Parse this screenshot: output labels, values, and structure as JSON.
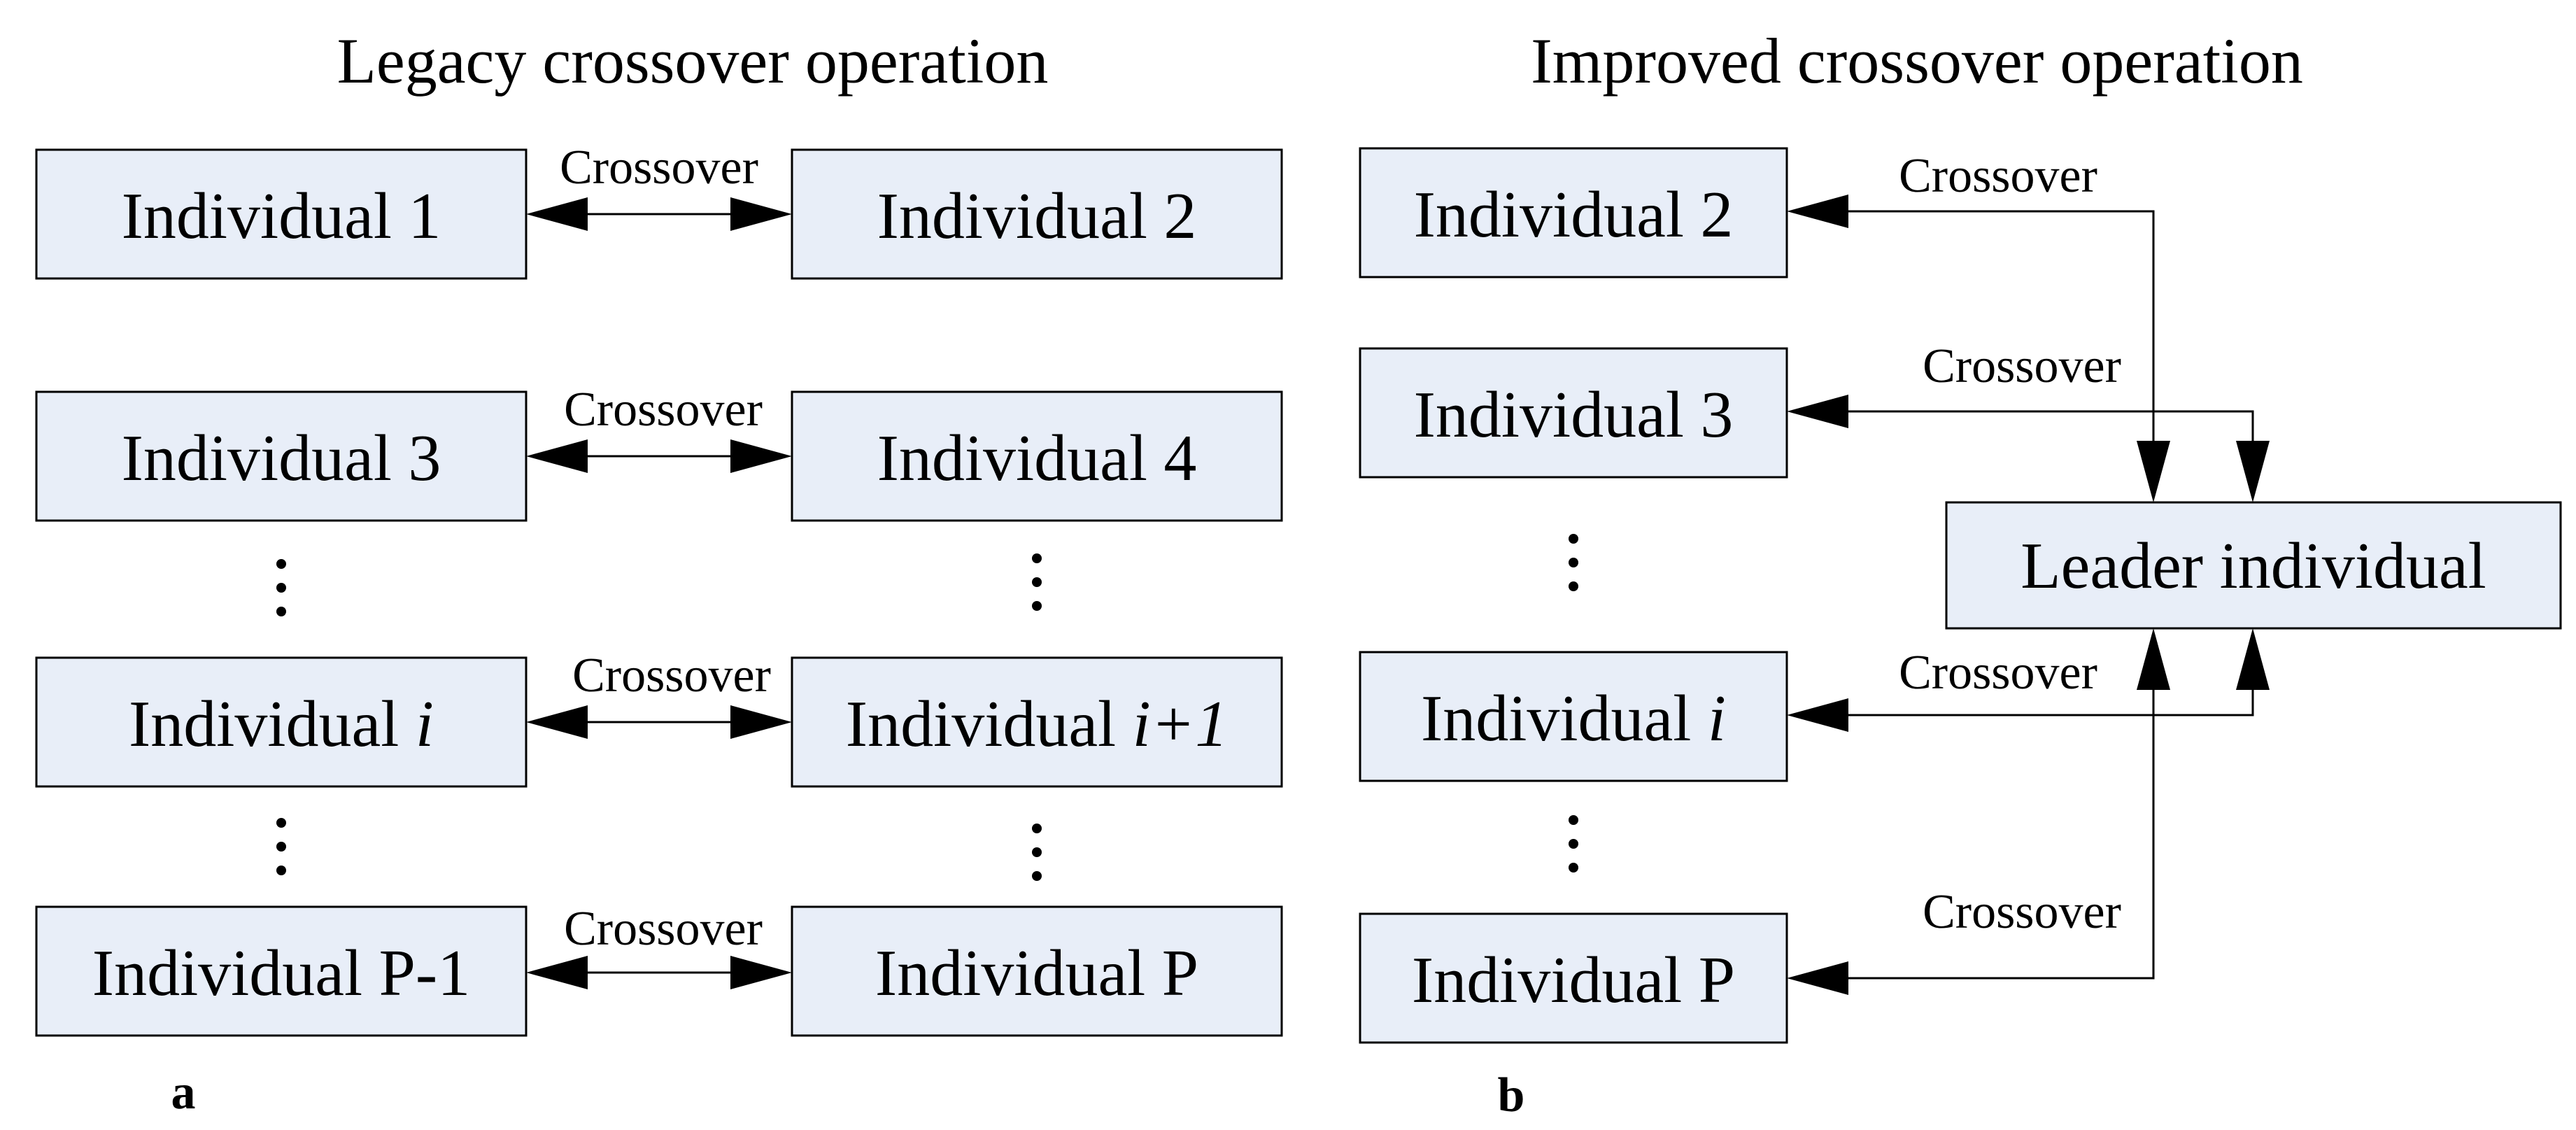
{
  "panel_a": {
    "title": "Legacy crossover operation",
    "letter": "a",
    "individuals": {
      "n1": "Individual 1",
      "n2": "Individual 2",
      "n3": "Individual 3",
      "n4": "Individual 4",
      "ni_prefix": "Individual ",
      "ni_var": "i",
      "nip1_prefix": "Individual ",
      "nip1_var": "i+1",
      "np1": "Individual P-1",
      "np": "Individual P"
    },
    "edge_label": "Crossover"
  },
  "panel_b": {
    "title": "Improved crossover operation",
    "letter": "b",
    "individuals": {
      "n2": "Individual 2",
      "n3": "Individual 3",
      "ni_prefix": "Individual ",
      "ni_var": "i",
      "np": "Individual P"
    },
    "leader": "Leader individual",
    "edge_label": "Crossover"
  },
  "colors": {
    "box_fill": "#e8eef8",
    "stroke": "#000000"
  }
}
